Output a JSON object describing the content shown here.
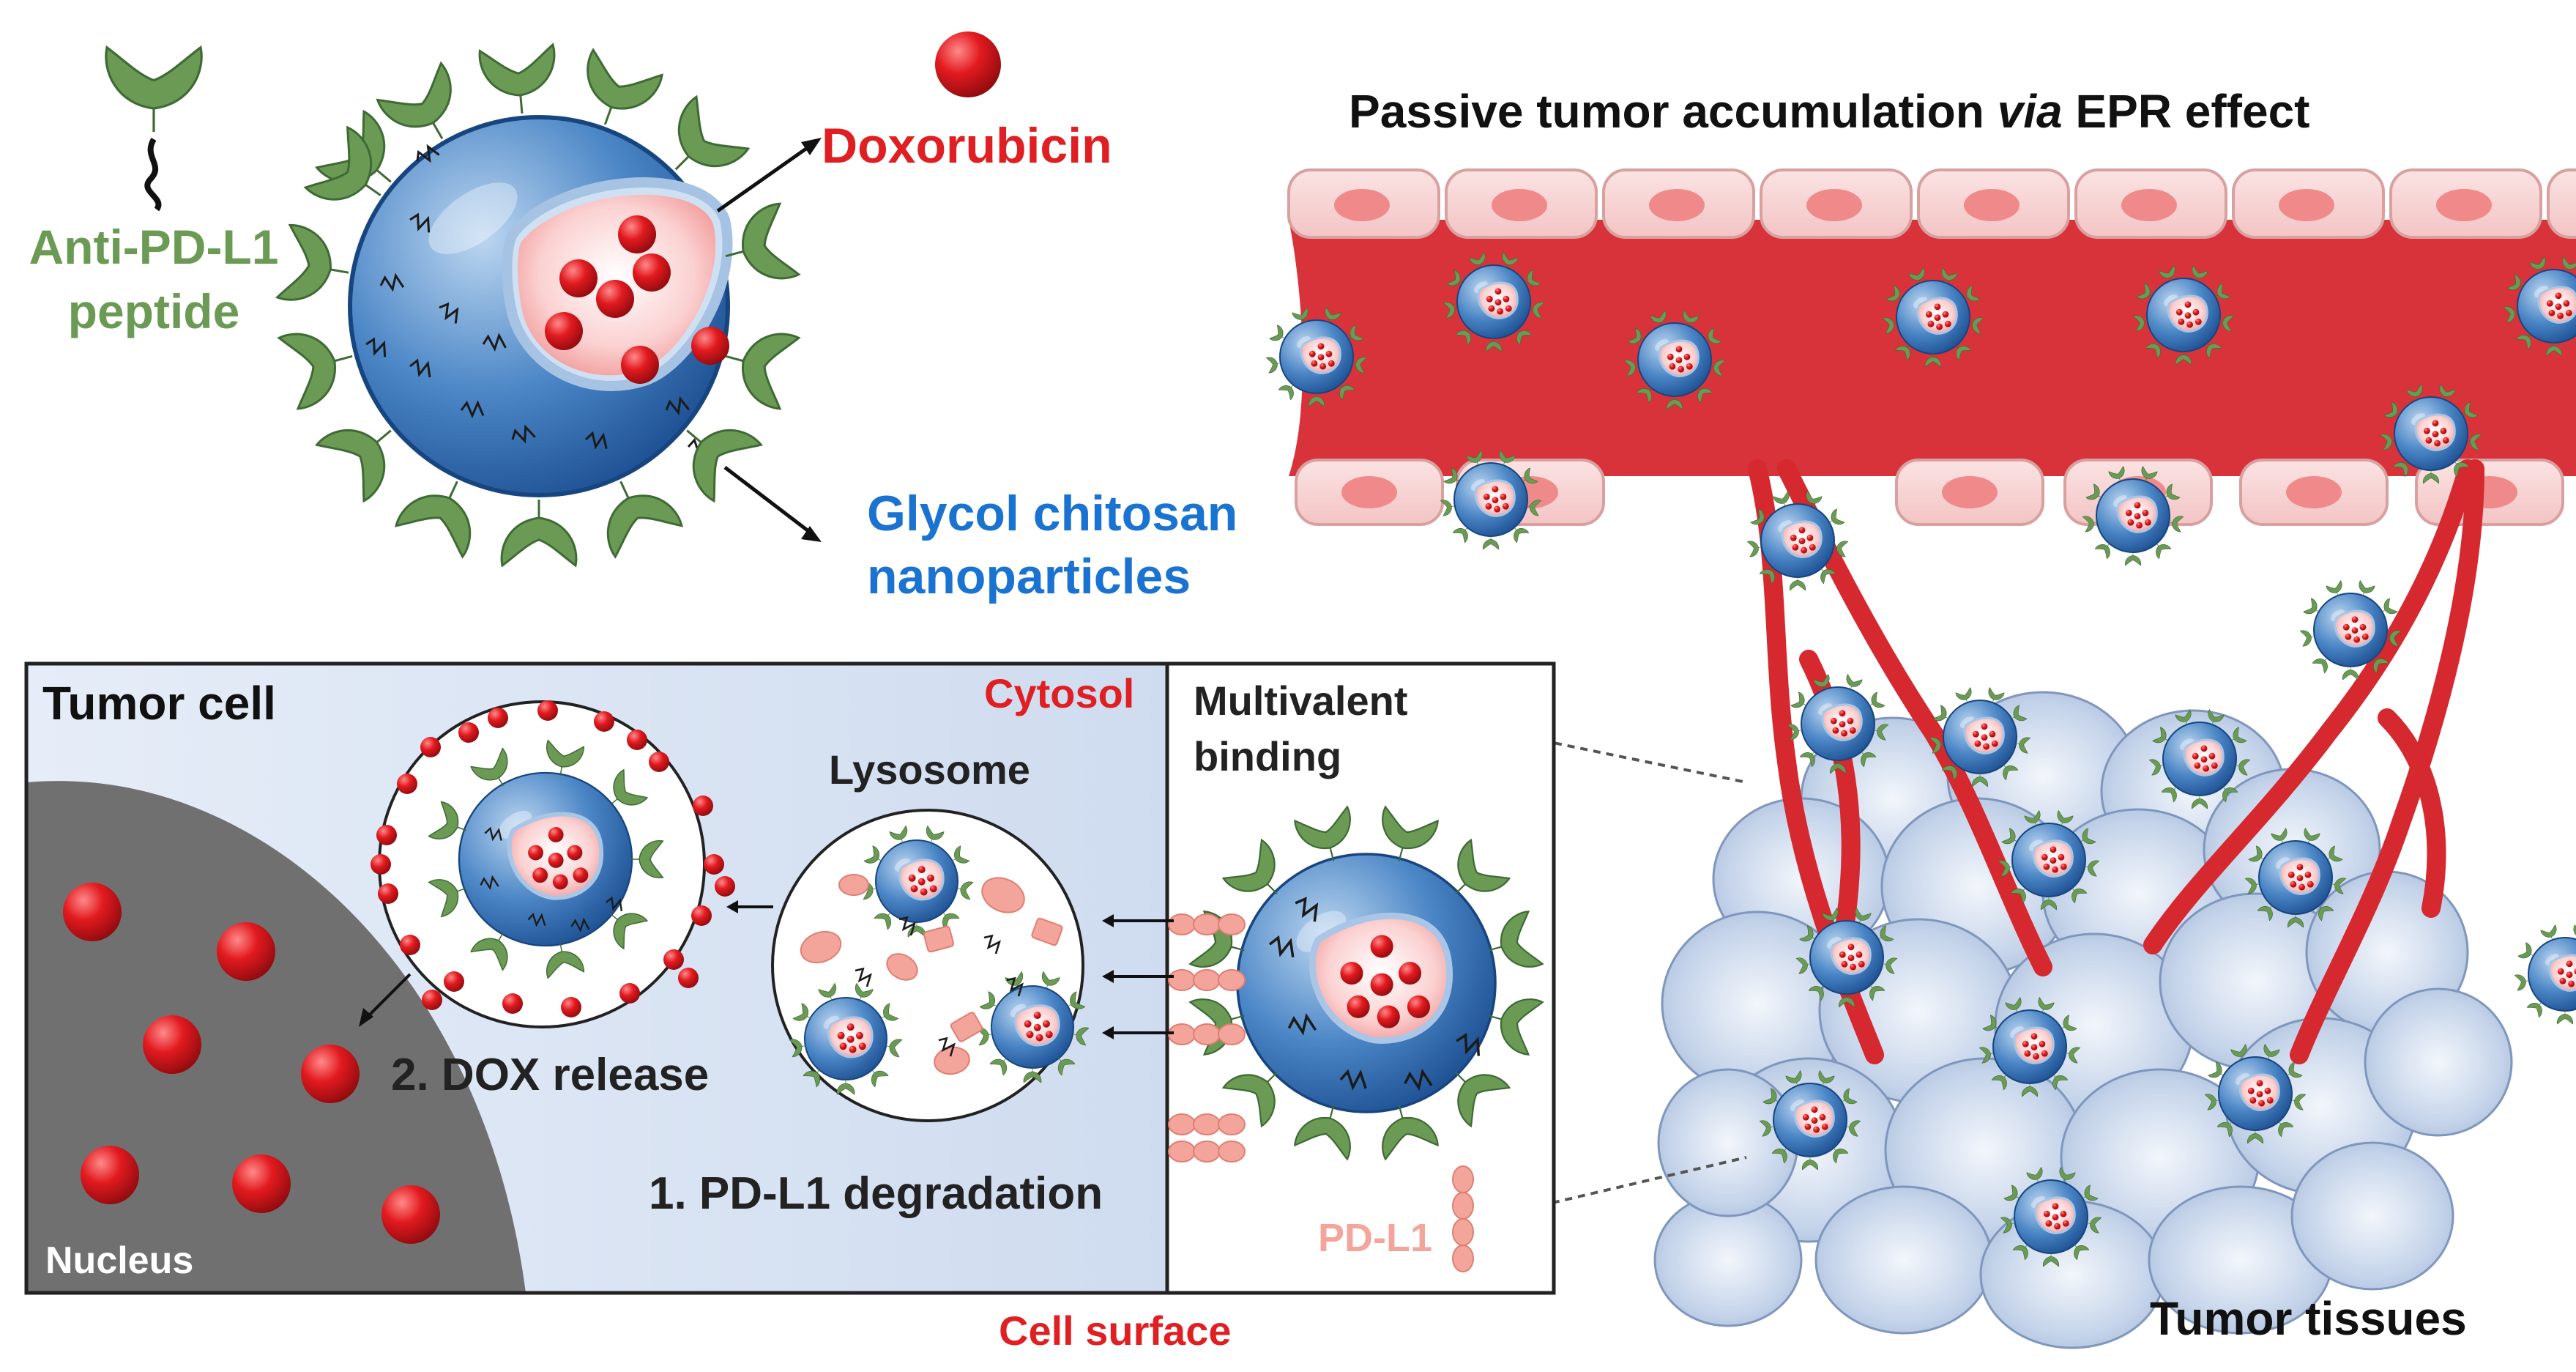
{
  "labels": {
    "anti_pdl1": [
      "Anti-PD-L1",
      "peptide"
    ],
    "doxorubicin": "Doxorubicin",
    "gcnp": [
      "Glycol chitosan",
      "nanoparticles"
    ],
    "epr_prefix": "Passive tumor accumulation ",
    "epr_via": "via",
    "epr_suffix": " EPR effect",
    "tumor_cell": "Tumor cell",
    "cytosol": "Cytosol",
    "lysosome": "Lysosome",
    "multivalent": [
      "Multivalent",
      "binding"
    ],
    "dox_release": "2. DOX release",
    "pdl1_degradation": "1. PD-L1 degradation",
    "nucleus": "Nucleus",
    "pdl1": "PD-L1",
    "cell_surface": "Cell surface",
    "tumor_tissues": "Tumor tissues"
  },
  "colors": {
    "peptide_green": "#6b9a55",
    "dox_red": "#e01f23",
    "gcnp_blue": "#1a73d1",
    "vessel_red": "#d9333a",
    "pdl1_pink": "#f4a59b",
    "tumor_blue": "#c9d6ea",
    "nucleus_gray": "#6e6e6e"
  }
}
